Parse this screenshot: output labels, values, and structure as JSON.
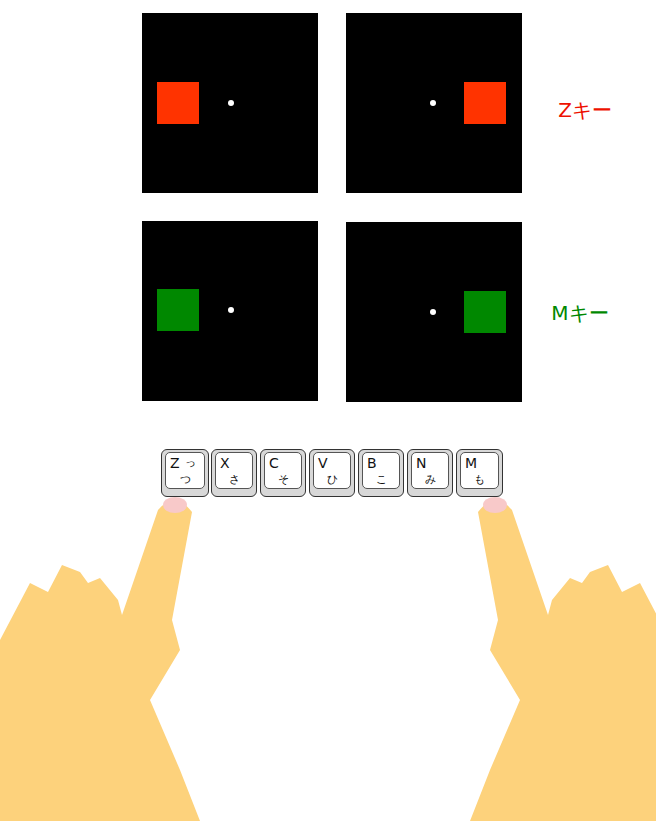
{
  "diagram": {
    "nodes": [
      {
        "text": [
          "Z",
          "っ",
          "つ"
        ]
      },
      {
        "text": [
          "X",
          "さ"
        ]
      },
      {
        "text": [
          "C",
          "そ"
        ]
      },
      {
        "text": [
          "V",
          "ひ"
        ]
      },
      {
        "text": [
          "B",
          "こ"
        ]
      },
      {
        "text": [
          "N",
          "み"
        ]
      },
      {
        "text": [
          "M",
          "も"
        ]
      }
    ],
    "labels": [
      "Zキー",
      "Mキー"
    ]
  }
}
